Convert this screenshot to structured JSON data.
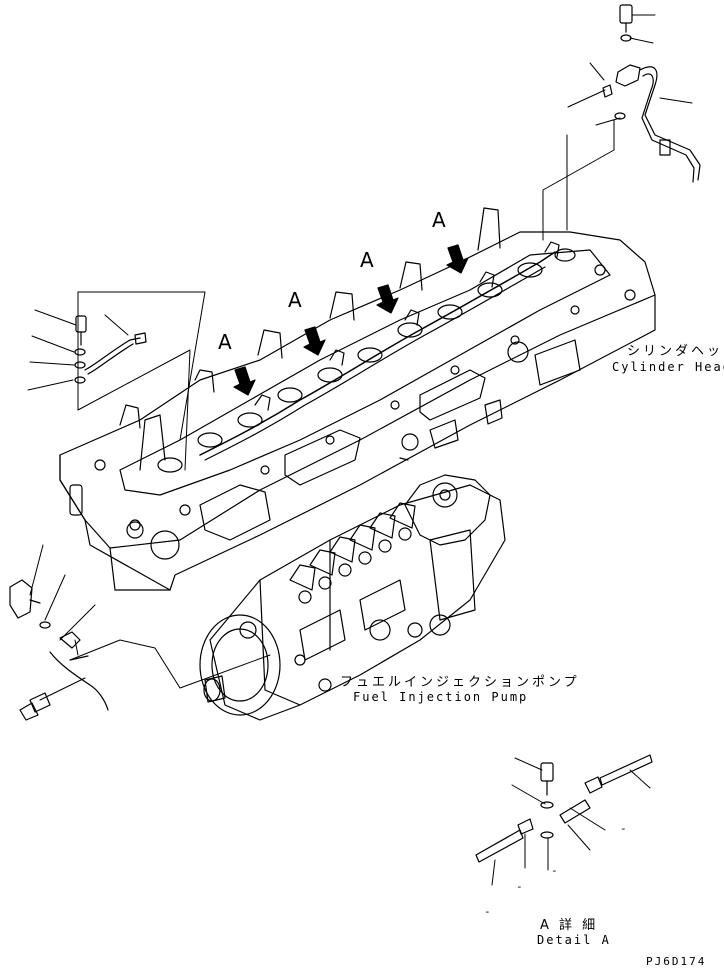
{
  "labels": {
    "cylinder_head_jp": "シリンダヘッド",
    "cylinder_head_en": "Cylinder Head",
    "pump_jp": "フュエルインジェクションポンプ",
    "pump_en": "Fuel Injection Pump",
    "detail_jp": "A 詳 細",
    "detail_en": "Detail A",
    "drawing_no": "PJ6D174"
  },
  "markers": [
    "A",
    "A",
    "A",
    "A"
  ],
  "dash_marks": [
    "-",
    "-",
    "-",
    "-"
  ]
}
